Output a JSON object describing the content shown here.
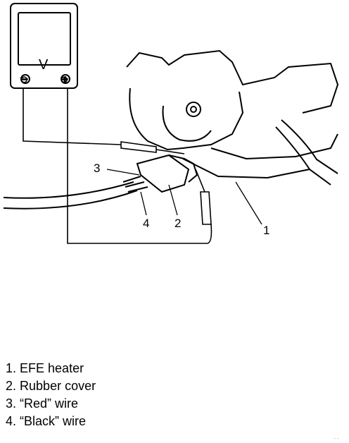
{
  "meter": {
    "symbol": "V",
    "negative_terminal": "⊖",
    "positive_terminal": "⊕"
  },
  "callouts": [
    "1",
    "2",
    "3",
    "4"
  ],
  "legend": [
    {
      "num": "1.",
      "text": "EFE heater"
    },
    {
      "num": "2.",
      "text": "Rubber cover"
    },
    {
      "num": "3.",
      "text": "“Red” wire"
    },
    {
      "num": "4.",
      "text": "“Black” wire"
    }
  ],
  "corner_mark": "· ·"
}
